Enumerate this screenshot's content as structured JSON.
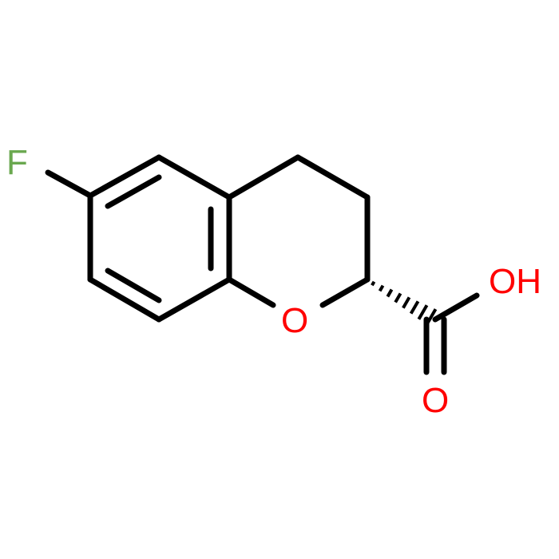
{
  "molecule": {
    "atoms": {
      "fluorine": {
        "label": "F",
        "color": "#6aa84f"
      },
      "ring_oxygen": {
        "label": "O",
        "color": "#ff0000"
      },
      "hydroxyl": {
        "label": "OH",
        "color": "#ff0000"
      },
      "carbonyl_oxygen": {
        "label": "O",
        "color": "#ff0000"
      }
    },
    "bond_color": "#000000",
    "stereocenter_bond": "hashed-wedge"
  }
}
